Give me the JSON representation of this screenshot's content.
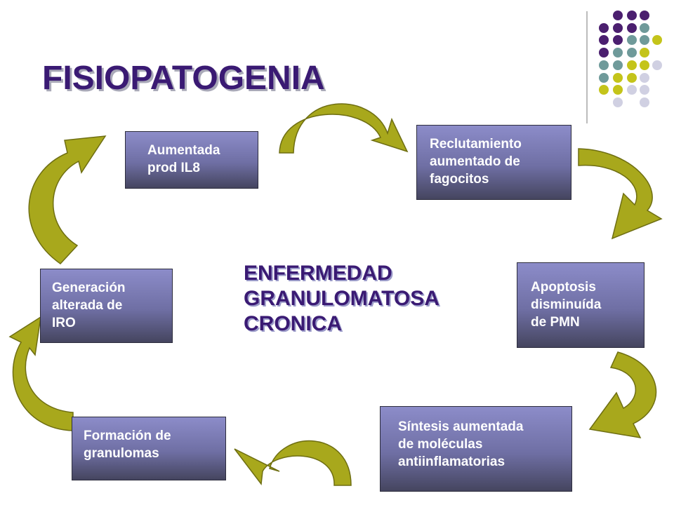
{
  "slide": {
    "title": "FISIOPATOGENIA",
    "center_lines": [
      "ENFERMEDAD",
      "GRANULOMATOSA",
      "CRONICA"
    ]
  },
  "boxes": {
    "il8": [
      "Aumentada",
      "prod IL8"
    ],
    "reclutamiento": [
      "Reclutamiento",
      "aumentado de",
      "fagocitos"
    ],
    "apoptosis": [
      "Apoptosis",
      "disminuída",
      "de PMN"
    ],
    "sintesis": [
      "Síntesis aumentada",
      "de moléculas",
      "antiinflamatorias"
    ],
    "granulomas": [
      "Formación de",
      "granulomas"
    ],
    "iro": [
      "Generación",
      "alterada de",
      "IRO"
    ]
  },
  "colors": {
    "title": "#3a1a73",
    "arrow_fill": "#a8a81c",
    "arrow_stroke": "#6e6e12",
    "dot_purple": "#4b1f6f",
    "dot_teal": "#6f9a9a",
    "dot_yellow": "#c4c41a",
    "dot_lavender": "#d0d0e2"
  }
}
